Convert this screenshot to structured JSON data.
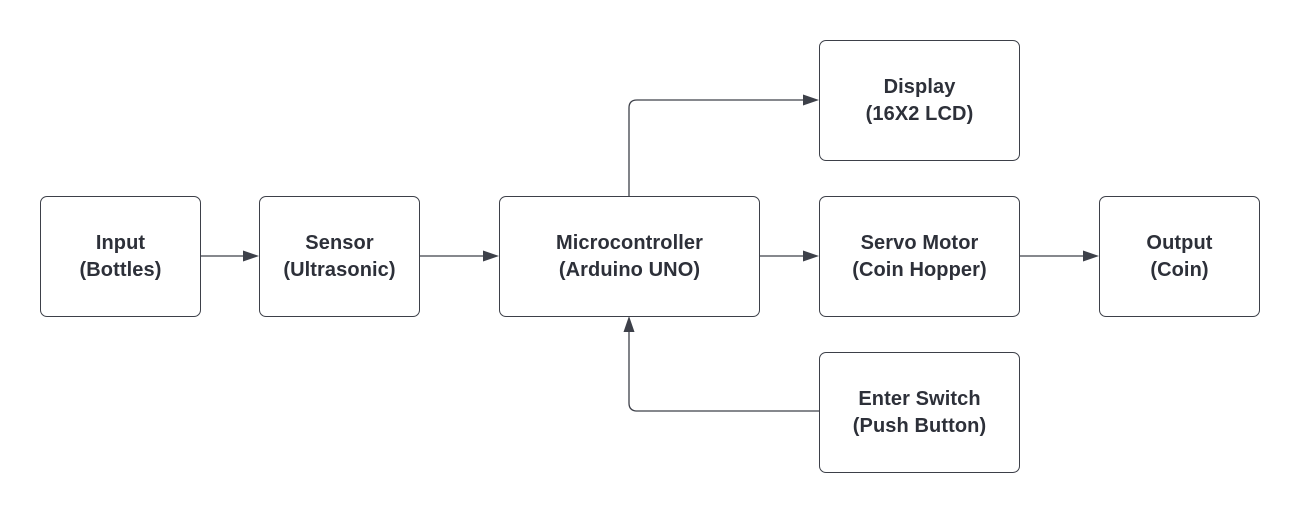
{
  "nodes": [
    {
      "id": "input",
      "line1": "Input",
      "line2": "(Bottles)"
    },
    {
      "id": "sensor",
      "line1": "Sensor",
      "line2": "(Ultrasonic)"
    },
    {
      "id": "microcontroller",
      "line1": "Microcontroller",
      "line2": "(Arduino UNO)"
    },
    {
      "id": "display",
      "line1": "Display",
      "line2": "(16X2 LCD)"
    },
    {
      "id": "servo",
      "line1": "Servo Motor",
      "line2": "(Coin Hopper)"
    },
    {
      "id": "output",
      "line1": "Output",
      "line2": "(Coin)"
    },
    {
      "id": "switch",
      "line1": "Enter Switch",
      "line2": "(Push Button)"
    }
  ],
  "edges": [
    {
      "from": "input",
      "to": "sensor"
    },
    {
      "from": "sensor",
      "to": "microcontroller"
    },
    {
      "from": "microcontroller",
      "to": "display"
    },
    {
      "from": "microcontroller",
      "to": "servo"
    },
    {
      "from": "servo",
      "to": "output"
    },
    {
      "from": "switch",
      "to": "microcontroller"
    }
  ],
  "colors": {
    "stroke": "#3d4049",
    "text": "#2d3039",
    "background": "#ffffff"
  }
}
